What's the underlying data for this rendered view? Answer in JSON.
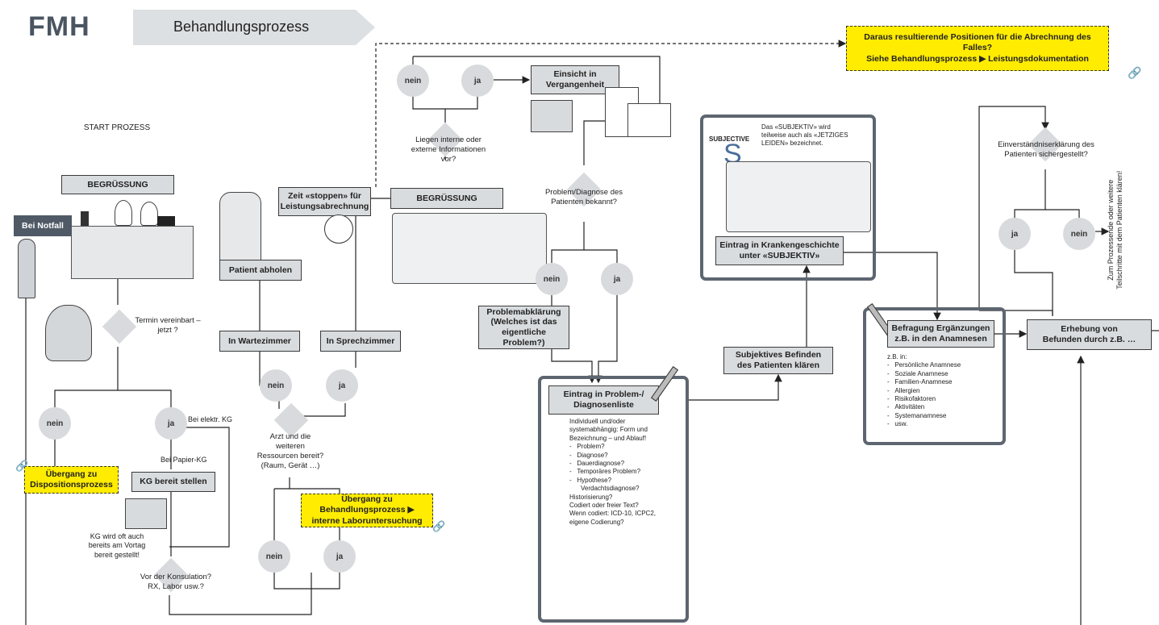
{
  "header": {
    "logo": "FMH",
    "title": "Behandlungsprozess"
  },
  "top_note": {
    "line1": "Daraus resultierende Positionen für die Abrechnung des Falles?",
    "line2": "Siehe Behandlungsprozess ▶ Leistungsdokumentation"
  },
  "start": "START PROZESS",
  "begruessung": "BEGRÜSSUNG",
  "notfall": "Bei Notfall",
  "termin_q": "Termin vereinbart –\njetzt ?",
  "nein": "nein",
  "ja": "ja",
  "bei_elektr": "Bei elektr. KG",
  "bei_papier": "Bei Papier-KG",
  "uebergang_dispo": "Übergang zu\nDispositionsprozess",
  "kg_bereit": "KG bereit stellen",
  "kg_note": "KG wird oft auch\nbereits am Vortag\nbereit gestellt!",
  "vor_konsultation": "Vor der Konsulation?\nRX, Labor usw.?",
  "zeit_stoppen": "Zeit «stoppen» für\nLeistungsabrechnung",
  "patient_abholen": "Patient abholen",
  "wartezimmer": "In Wartezimmer",
  "sprechzimmer": "In Sprechzimmer",
  "arzt_ressourcen": "Arzt und die\nweiteren\nRessourcen bereit?\n(Raum, Gerät …)",
  "uebergang_labor": "Übergang zu\nBehandlungsprozess ▶\ninterne Laboruntersuchung",
  "begruessung2": "BEGRÜSSUNG",
  "einsicht": "Einsicht in\nVergangenheit",
  "liegen_info": "Liegen interne oder\nexterne Informationen\nvor?",
  "problem_q": "Problem/Diagnose des\nPatienten bekannt?",
  "problemabklaerung": "Problemabklärung\n(Welches ist das\neigentliche Problem?)",
  "eintrag_problem": "Eintrag in Problem-/\nDiagnosenliste",
  "problem_details": {
    "intro": "Individuell und/oder\nsystemabhängig: Form und\nBezeichnung – und Ablauf!",
    "items": [
      "Problem?",
      "Diagnose?",
      "Dauerdiagnose?",
      "Temporäres Problem?",
      "Hypothese?"
    ],
    "extra": "Verdachtsdiagnose?",
    "outro": "Historisierung?\nCodiert oder freier Text?\nWenn codiert: ICD-10, ICPC2,\neigene Codierung?"
  },
  "subjective": {
    "label": "SUBJECTIVE",
    "letter": "S",
    "note": "Das «SUBJEKTIV» wird\nteilweise auch als «JETZIGES\nLEIDEN» bezeichnet.",
    "entry": "Eintrag in Krankengeschichte\nunter «SUBJEKTIV»"
  },
  "subjektives_befinden": "Subjektives Befinden\ndes Patienten klären",
  "befragung": "Befragung Ergänzungen\nz.B. in den Anamnesen",
  "anamnesen": {
    "intro": "z.B. in:",
    "items": [
      "Persönliche Anamnese",
      "Soziale Anamnese",
      "Familien-Anamnese",
      "Allergien",
      "Risikofaktoren",
      "Aktivitäten",
      "Systemanamnese",
      "usw."
    ]
  },
  "einverstaendnis": "Einverständniserklärung des\nPatienten sichergestellt?",
  "zum_prozessende": "Zum Prozessende oder weitere\nTeilschritte mit dem Patienten klären!",
  "erhebung": "Erhebung von\nBefunden durch z.B. …"
}
